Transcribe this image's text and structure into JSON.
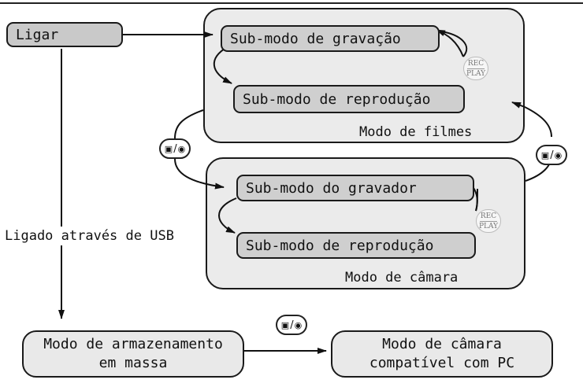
{
  "power_on": "Ligar",
  "usb_label": "Ligado através de USB",
  "movie_mode": {
    "title": "Modo de filmes",
    "record_sub": "Sub-modo de gravação",
    "play_sub": "Sub-modo de reprodução"
  },
  "camera_mode": {
    "title": "Modo de câmara",
    "record_sub": "Sub-modo do gravador",
    "play_sub": "Sub-modo de reprodução"
  },
  "mass_storage": {
    "line1": "Modo de armazenamento",
    "line2": "em massa"
  },
  "pc_camera": {
    "line1": "Modo de câmara",
    "line2": "compatível com PC"
  },
  "rec_play_button": {
    "top": "REC",
    "bottom": "PLAY"
  },
  "mode_button": {
    "icon_names": [
      "movie-camera-icon",
      "still-camera-icon"
    ],
    "separator": "/"
  }
}
